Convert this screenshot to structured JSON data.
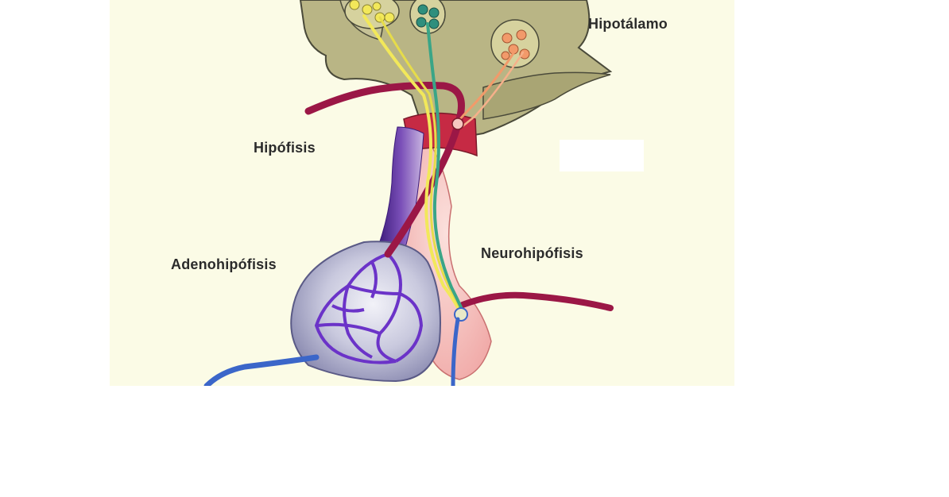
{
  "labels": {
    "hypothalamus": "Hipotálamo",
    "hypophysis": "Hipófisis",
    "adenohypophysis": "Adenohipófisis",
    "neurohypophysis": "Neurohipófisis"
  },
  "colors": {
    "panel_background": "#fbfbe6",
    "hypothalamus_tissue": "#b9b585",
    "stalk_pink": "#f4b6b3",
    "artery": "#9b1746",
    "portal_vessels": "#6b33c8",
    "vein": "#3b66c9",
    "neuron_yellow": "#f2e85a",
    "neuron_teal": "#2f8f7d",
    "neuron_orange": "#f29a6a",
    "adenohypophysis_gland": "#b8b8d2"
  }
}
